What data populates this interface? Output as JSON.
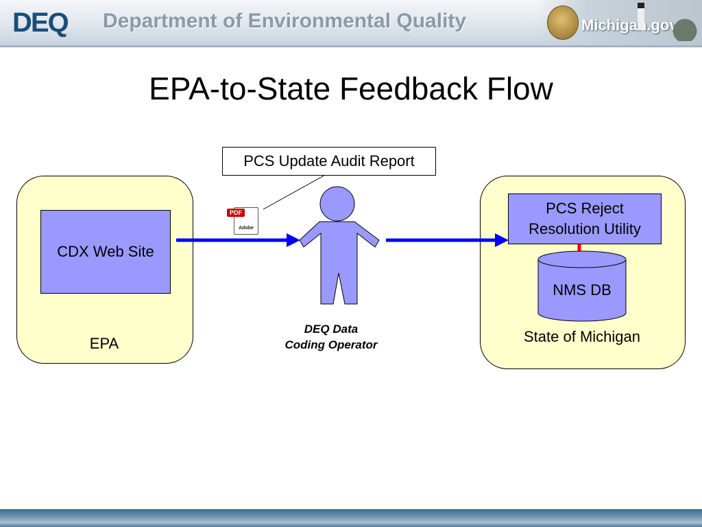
{
  "header": {
    "logo_text": "DEQ",
    "department_title": "Department of Environmental Quality",
    "state_site": "Michigan.gov"
  },
  "slide": {
    "title": "EPA-to-State Feedback Flow"
  },
  "diagram": {
    "callout": "PCS Update Audit Report",
    "epa_zone": {
      "label": "EPA",
      "box": "CDX Web Site"
    },
    "operator": {
      "line1": "DEQ Data",
      "line2": "Coding Operator"
    },
    "michigan_zone": {
      "label": "State of Michigan",
      "utility_line1": "PCS Reject",
      "utility_line2": "Resolution Utility",
      "database": "NMS DB"
    },
    "pdf_icon": {
      "tag": "PDF",
      "caption": "Adobe"
    }
  },
  "colors": {
    "zone_fill": "#ffffcc",
    "box_fill": "#9999ff",
    "arrow": "#0000ff",
    "connector": "#ff0000"
  }
}
